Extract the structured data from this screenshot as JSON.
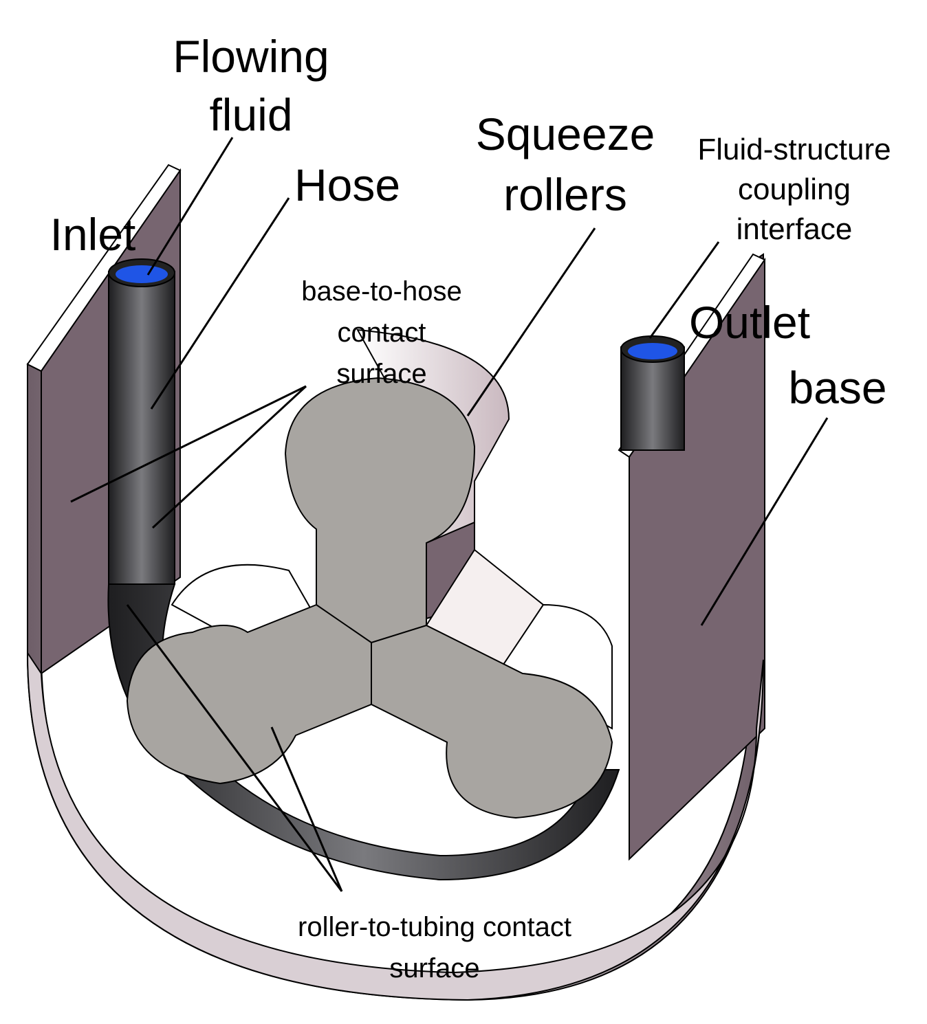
{
  "labels": {
    "flowing_fluid": [
      "Flowing",
      "fluid"
    ],
    "hose": "Hose",
    "inlet": "Inlet",
    "squeeze_rollers": [
      "Squeeze",
      "rollers"
    ],
    "fsi": [
      "Fluid-structure",
      "coupling",
      "interface"
    ],
    "outlet": "Outlet",
    "base": "base",
    "base_to_hose": [
      "base-to-hose",
      "contact",
      "surface"
    ],
    "roller_to_tubing": [
      "roller-to-tubing contact",
      "surface"
    ]
  },
  "colors": {
    "base_face": "#776570",
    "base_edge": "#e8e4e6",
    "roller_face": "#a8a5a1",
    "hose": "#3a3a3c",
    "fluid": "#1f55e6"
  },
  "icons": [
    "peristaltic-pump-drawing"
  ]
}
